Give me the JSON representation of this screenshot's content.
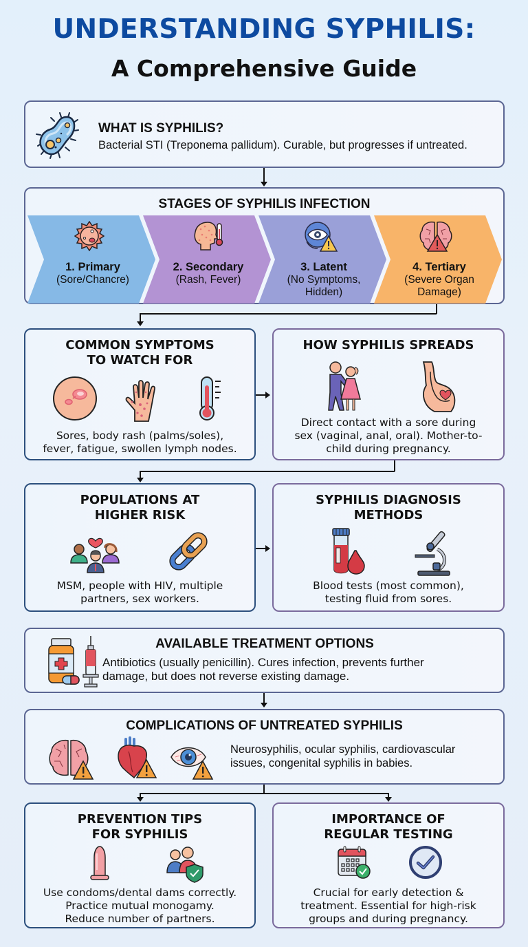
{
  "header": {
    "title": "UNDERSTANDING SYPHILIS:",
    "subtitle": "A Comprehensive Guide"
  },
  "what_is": {
    "icon": "bacterium-icon",
    "title": "WHAT IS SYPHILIS?",
    "body": "Bacterial STI (Treponema pallidum). Curable, but progresses if untreated."
  },
  "stages": {
    "title": "STAGES OF SYPHILIS INFECTION",
    "items": [
      {
        "number": "1. Primary",
        "desc": "(Sore/Chancre)",
        "icon": "sore-icon",
        "color": "#86b9e6"
      },
      {
        "number": "2. Secondary",
        "desc": "(Rash, Fever)",
        "icon": "rash-head-thermometer-icon",
        "color": "#b393d3"
      },
      {
        "number": "3. Latent",
        "desc_lines": [
          "(No Symptoms,",
          "Hidden)"
        ],
        "icon": "hidden-eye-warning-icon",
        "color": "#9aa0d8"
      },
      {
        "number": "4. Tertiary",
        "desc_lines": [
          "(Severe Organ",
          "Damage)"
        ],
        "icon": "brain-warning-icon",
        "color": "#f8b469"
      }
    ]
  },
  "symptoms": {
    "title_lines": [
      "COMMON SYMPTOMS",
      "TO WATCH FOR"
    ],
    "icons": [
      "sore-skin-icon",
      "rash-hand-icon",
      "thermometer-icon"
    ],
    "body_lines": [
      "Sores, body rash (palms/soles),",
      "fever, fatigue, swollen lymph nodes."
    ]
  },
  "spread": {
    "title": "HOW SYPHILIS SPREADS",
    "icons": [
      "couple-icon",
      "pregnancy-icon"
    ],
    "body_lines": [
      "Direct contact with a sore during",
      "sex (vaginal, anal, oral). Mother-to-",
      "child during pregnancy."
    ]
  },
  "risk": {
    "title_lines": [
      "POPULATIONS AT",
      "HIGHER RISK"
    ],
    "icons": [
      "group-people-heart-icon",
      "chain-link-icon"
    ],
    "body_lines": [
      "MSM, people with HIV, multiple",
      "partners, sex workers."
    ]
  },
  "diagnosis": {
    "title_lines": [
      "SYPHILIS DIAGNOSIS",
      "METHODS"
    ],
    "icons": [
      "blood-test-tube-icon",
      "microscope-icon"
    ],
    "body_lines": [
      "Blood tests (most common),",
      "testing fluid from sores."
    ]
  },
  "treatment": {
    "title": "AVAILABLE TREATMENT OPTIONS",
    "icons": [
      "medicine-bottle-icon",
      "syringe-icon"
    ],
    "body_lines": [
      "Antibiotics (usually penicillin). Cures infection, prevents further",
      "damage, but does not reverse existing damage."
    ]
  },
  "complications": {
    "title": "COMPLICATIONS OF UNTREATED SYPHILIS",
    "icons": [
      "brain-warning-icon",
      "heart-warning-icon",
      "eye-warning-icon"
    ],
    "body_lines": [
      "Neurosyphilis, ocular syphilis, cardiovascular",
      "issues, congenital syphilis in babies."
    ]
  },
  "prevention": {
    "title_lines": [
      "PREVENTION TIPS",
      "FOR SYPHILIS"
    ],
    "icons": [
      "condom-icon",
      "protected-couple-shield-icon"
    ],
    "body_lines": [
      "Use condoms/dental dams correctly.",
      "Practice mutual monogamy.",
      "Reduce number of partners."
    ]
  },
  "testing": {
    "title_lines": [
      "IMPORTANCE OF",
      "REGULAR TESTING"
    ],
    "icons": [
      "calendar-check-icon",
      "check-circle-icon"
    ],
    "body_lines": [
      "Crucial for early detection &",
      "treatment. Essential for high-risk",
      "groups and during pregnancy."
    ]
  },
  "colors": {
    "title_blue": "#0d4aa0",
    "card_border_blue": "#2c4f7d",
    "card_border_purple": "#7a6a9c",
    "stage_primary": "#86b9e6",
    "stage_secondary": "#b393d3",
    "stage_latent": "#9aa0d8",
    "stage_tertiary": "#f8b469"
  }
}
